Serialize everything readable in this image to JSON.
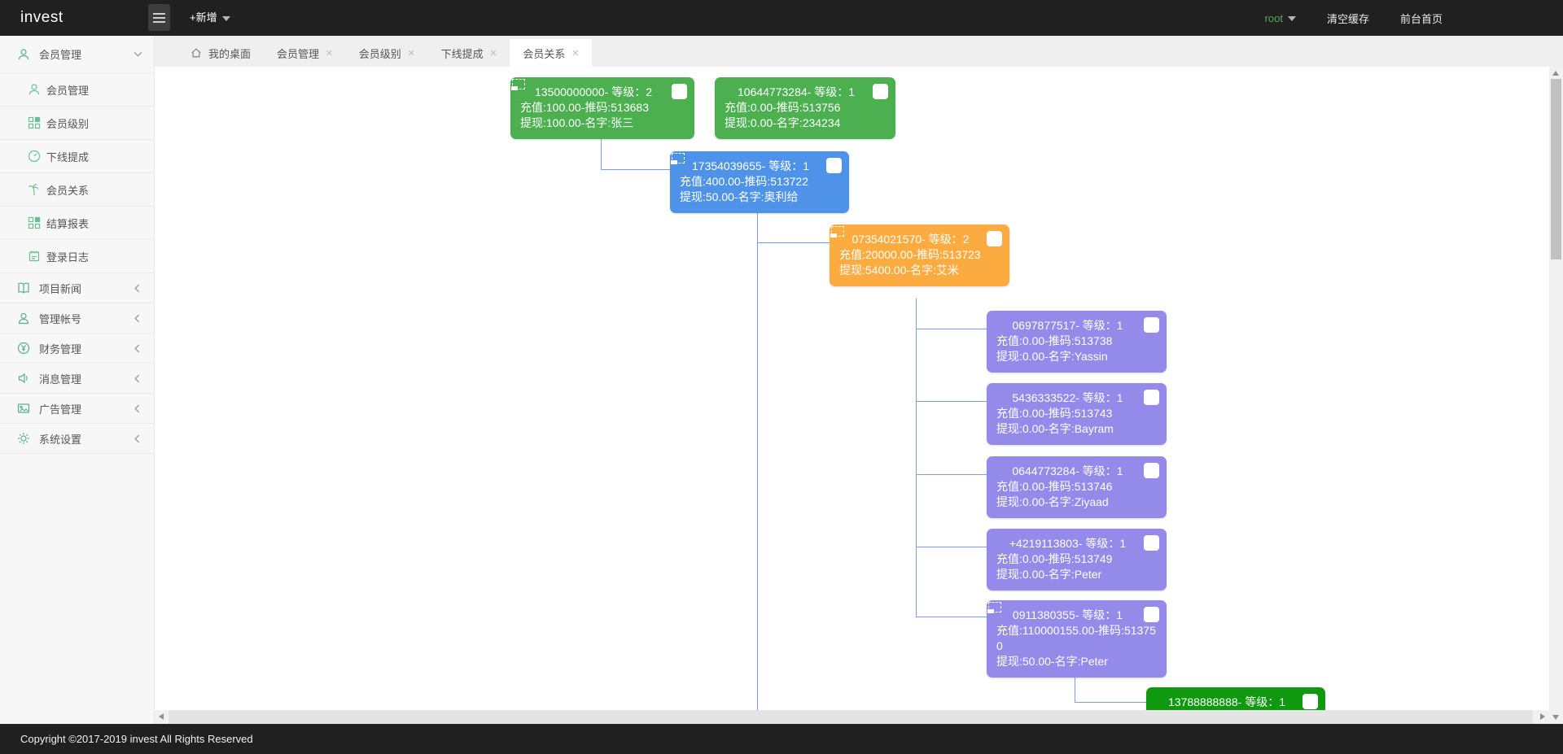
{
  "topbar": {
    "logo": "invest",
    "new_menu": "+新增",
    "username": "root",
    "clear_cache": "清空缓存",
    "front_home": "前台首页",
    "accent_green": "#54a954"
  },
  "sidebar": {
    "items": [
      {
        "label": "会员管理",
        "icon": "user-icon",
        "state": "expanded"
      },
      {
        "label": "会员管理",
        "icon": "user-icon",
        "state": "sub"
      },
      {
        "label": "会员级别",
        "icon": "grid-icon",
        "state": "sub"
      },
      {
        "label": "下线提成",
        "icon": "gauge-icon",
        "state": "sub"
      },
      {
        "label": "会员关系",
        "icon": "tree-icon",
        "state": "sub"
      },
      {
        "label": "结算报表",
        "icon": "grid-icon",
        "state": "sub"
      },
      {
        "label": "登录日志",
        "icon": "notebook-icon",
        "state": "sub"
      },
      {
        "label": "项目新闻",
        "icon": "book-icon",
        "state": "collapsed"
      },
      {
        "label": "管理帐号",
        "icon": "account-icon",
        "state": "collapsed"
      },
      {
        "label": "财务管理",
        "icon": "yen-icon",
        "state": "collapsed"
      },
      {
        "label": "消息管理",
        "icon": "speaker-icon",
        "state": "collapsed"
      },
      {
        "label": "广告管理",
        "icon": "image-icon",
        "state": "collapsed"
      },
      {
        "label": "系统设置",
        "icon": "gear-icon",
        "state": "collapsed"
      }
    ]
  },
  "tabs": [
    {
      "label": "我的桌面",
      "closable": false,
      "active": false
    },
    {
      "label": "会员管理",
      "closable": true,
      "active": false
    },
    {
      "label": "会员级别",
      "closable": true,
      "active": false
    },
    {
      "label": "下线提成",
      "closable": true,
      "active": false
    },
    {
      "label": "会员关系",
      "closable": true,
      "active": true
    }
  ],
  "tree": {
    "connector_color": "#7e9bf0",
    "nodes": [
      {
        "line1": "13500000000- 等级：2",
        "line2": "充值:100.00-推码:513683",
        "line3": "提现:100.00-名字:张三",
        "color": "#4cb050",
        "expander": true
      },
      {
        "line1": "10644773284- 等级：1",
        "line2": "充值:0.00-推码:513756",
        "line3": "提现:0.00-名字:234234",
        "color": "#4cb050",
        "expander": false
      },
      {
        "line1": "17354039655- 等级：1",
        "line2": "充值:400.00-推码:513722",
        "line3": "提现:50.00-名字:奥利给",
        "color": "#4f93e8",
        "expander": true
      },
      {
        "line1": "07354021570- 等级：2",
        "line2": "充值:20000.00-推码:513723",
        "line3": "提现:5400.00-名字:艾米",
        "color": "#fcab40",
        "expander": true
      },
      {
        "line1": "0697877517- 等级：1",
        "line2": "充值:0.00-推码:513738",
        "line3": "提现:0.00-名字:Yassin",
        "color": "#938ae9",
        "expander": false
      },
      {
        "line1": "5436333522- 等级：1",
        "line2": "充值:0.00-推码:513743",
        "line3": "提现:0.00-名字:Bayram",
        "color": "#938ae9",
        "expander": false
      },
      {
        "line1": "0644773284- 等级：1",
        "line2": "充值:0.00-推码:513746",
        "line3": "提现:0.00-名字:Ziyaad",
        "color": "#938ae9",
        "expander": false
      },
      {
        "line1": "+4219113803- 等级：1",
        "line2": "充值:0.00-推码:513749",
        "line3": "提现:0.00-名字:Peter",
        "color": "#938ae9",
        "expander": false
      },
      {
        "line1": "0911380355- 等级：1",
        "line2": "充值:110000155.00-推码:513750",
        "line3": "提现:50.00-名字:Peter",
        "color": "#938ae9",
        "expander": true
      },
      {
        "line1": "13788888888- 等级：1",
        "line2": "",
        "line3": "",
        "color": "#10980f",
        "expander": false
      }
    ]
  },
  "footer": {
    "copyright": "Copyright ©2017-2019 invest All Rights Reserved"
  }
}
